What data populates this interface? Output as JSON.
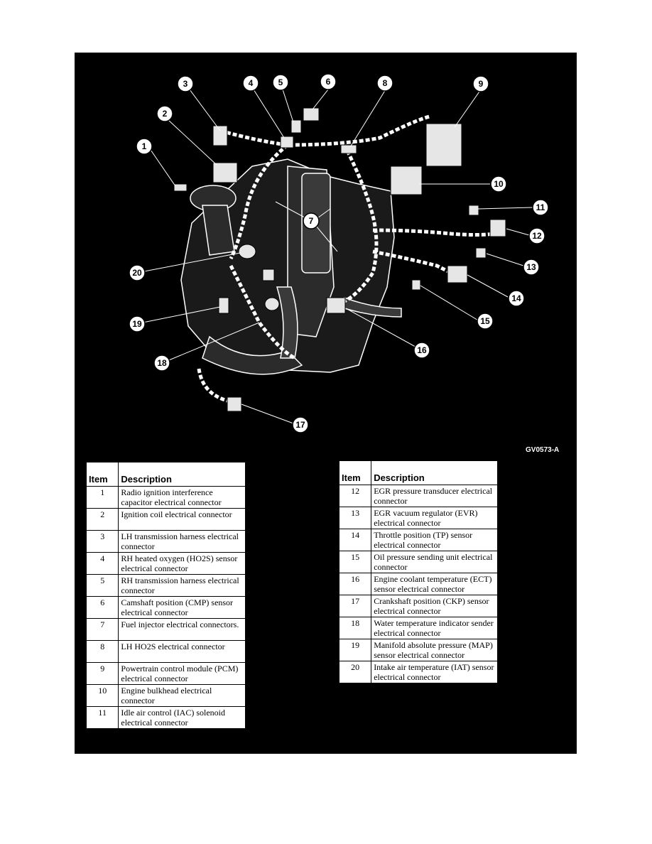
{
  "figure_code": "GV0573-A",
  "table_headers": {
    "item": "Item",
    "description": "Description"
  },
  "callouts": [
    "1",
    "2",
    "3",
    "4",
    "5",
    "6",
    "7",
    "8",
    "9",
    "10",
    "11",
    "12",
    "13",
    "14",
    "15",
    "16",
    "17",
    "18",
    "19",
    "20"
  ],
  "parts_left": [
    {
      "item": "1",
      "description": "Radio ignition interference capacitor electrical connector"
    },
    {
      "item": "2",
      "description": "Ignition coil electrical connector"
    },
    {
      "item": "3",
      "description": "LH transmission harness electrical connector"
    },
    {
      "item": "4",
      "description": "RH heated oxygen (HO2S) sensor electrical connector"
    },
    {
      "item": "5",
      "description": "RH transmission harness electrical connector"
    },
    {
      "item": "6",
      "description": "Camshaft position (CMP) sensor electrical connector"
    },
    {
      "item": "7",
      "description": "Fuel injector electrical connectors."
    },
    {
      "item": "8",
      "description": "LH HO2S electrical connector"
    },
    {
      "item": "9",
      "description": "Powertrain control module (PCM) electrical connector"
    },
    {
      "item": "10",
      "description": "Engine bulkhead electrical connector"
    },
    {
      "item": "11",
      "description": "Idle air control (IAC) solenoid electrical connector"
    }
  ],
  "parts_right": [
    {
      "item": "12",
      "description": "EGR pressure transducer electrical connector"
    },
    {
      "item": "13",
      "description": "EGR vacuum regulator (EVR) electrical connector"
    },
    {
      "item": "14",
      "description": "Throttle position (TP) sensor electrical connector"
    },
    {
      "item": "15",
      "description": "Oil pressure sending unit electrical connector"
    },
    {
      "item": "16",
      "description": "Engine coolant temperature (ECT) sensor electrical connector"
    },
    {
      "item": "17",
      "description": "Crankshaft position (CKP) sensor electrical connector"
    },
    {
      "item": "18",
      "description": "Water temperature indicator sender electrical connector"
    },
    {
      "item": "19",
      "description": "Manifold absolute pressure (MAP) sensor electrical connector"
    },
    {
      "item": "20",
      "description": "Intake air temperature (IAT) sensor electrical connector"
    }
  ]
}
